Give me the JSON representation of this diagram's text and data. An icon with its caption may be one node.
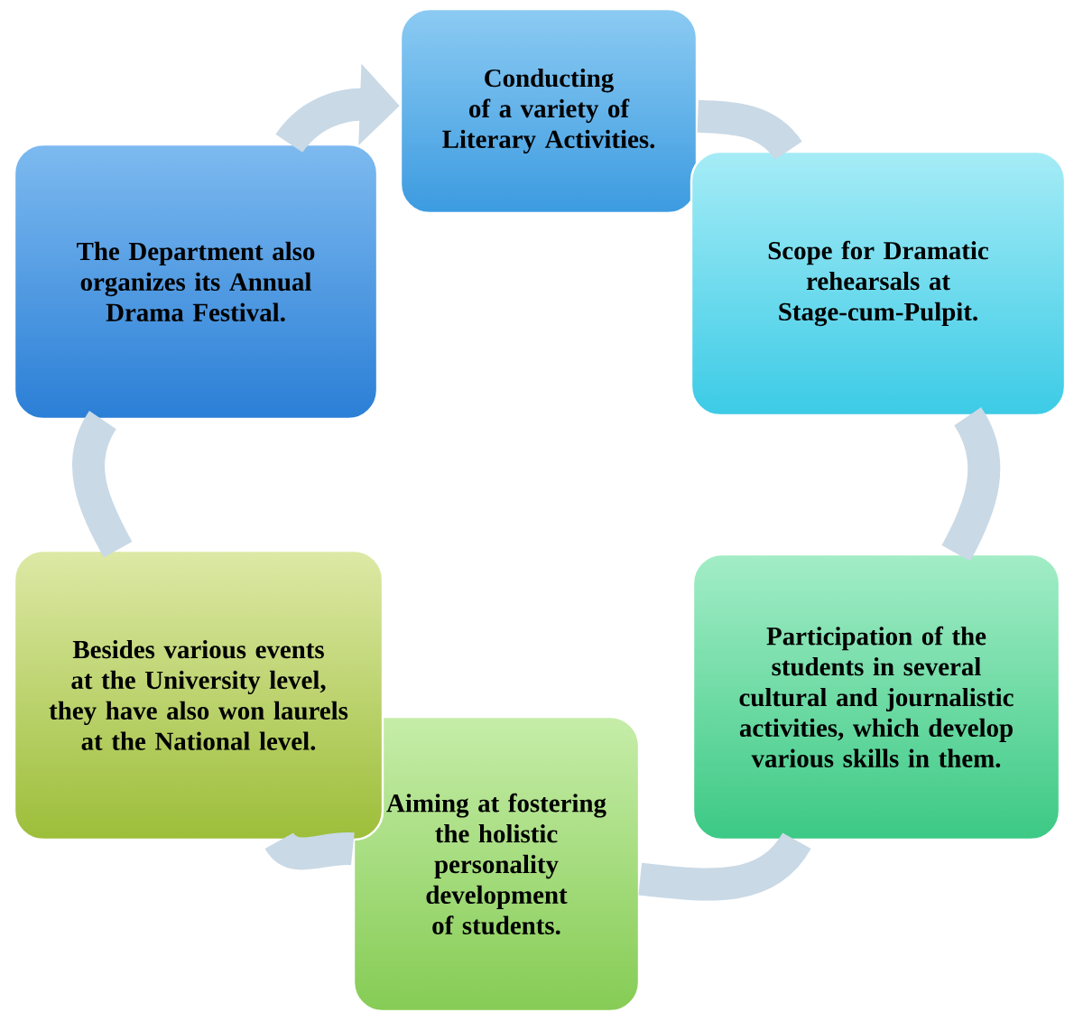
{
  "diagram": {
    "nodes": [
      {
        "text": [
          "Conducting of a variety of Literary Activities."
        ]
      },
      {
        "text": [
          "Scope for Dramatic rehearsals at Stage-cum-Pulpit."
        ]
      },
      {
        "text": [
          "Participation of the students in several cultural and journalistic activities, which develop various skills in them."
        ]
      },
      {
        "text": [
          "Aiming at fostering the holistic personality development of students."
        ]
      },
      {
        "text": [
          "Besides various events at the University level, they have also won laurels at the National level."
        ]
      },
      {
        "text": [
          "The Department also organizes its Annual Drama Festival."
        ]
      }
    ],
    "edges": [
      {
        "from": 0,
        "to": 1,
        "arrow": "none"
      },
      {
        "from": 1,
        "to": 2,
        "arrow": "none"
      },
      {
        "from": 2,
        "to": 3,
        "arrow": "none"
      },
      {
        "from": 3,
        "to": 4,
        "arrow": "none"
      },
      {
        "from": 4,
        "to": 5,
        "arrow": "none"
      },
      {
        "from": 5,
        "to": 0,
        "arrow": "to"
      }
    ]
  }
}
